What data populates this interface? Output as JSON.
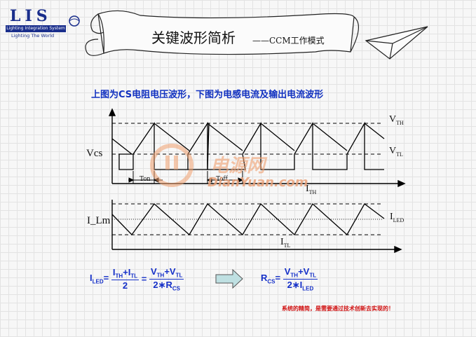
{
  "logo": {
    "name": "LIS",
    "strip": "Lighting Integration System",
    "tagline": "Lighting The World"
  },
  "title": {
    "main": "关键波形简析",
    "sub": "CCM工作模式"
  },
  "caption": "上图为CS电阻电压波形，下图为电感电流及输出电流波形",
  "labels": {
    "vcs": "Vcs",
    "vth": "V",
    "vth_sub": "TH",
    "vtl": "V",
    "vtl_sub": "TL",
    "ton": "Ton",
    "toff": "Toff",
    "ilm": "I_Lm",
    "ith": "I",
    "ith_sub": "TH",
    "iled": "I",
    "iled_sub": "LED",
    "itl": "I",
    "itl_sub": "TL"
  },
  "equations": {
    "iled": {
      "lhs": "I",
      "lhs_sub": "LED",
      "num": "I",
      "num_sub1": "TH",
      "num_plus": "+I",
      "num_sub2": "TL",
      "den": "2",
      "eq2_num": "V",
      "eq2_sub1": "TH",
      "eq2_plus": "+V",
      "eq2_sub2": "TL",
      "eq2_den": "2∗R",
      "eq2_den_sub": "CS"
    },
    "rcs": {
      "lhs": "R",
      "lhs_sub": "CS",
      "num": "V",
      "num_sub1": "TH",
      "num_plus": "+V",
      "num_sub2": "TL",
      "den": "2∗I",
      "den_sub": "LED"
    }
  },
  "watermark": {
    "cn": "电源网",
    "en": "DianYuan.com"
  },
  "slogan": "系统的精简，是需要通过技术创新去实现的！",
  "colors": {
    "accent": "#1530c8",
    "slogan": "#d01010",
    "watermark": "#e9a27a",
    "arrow": "#bfe0e2"
  }
}
